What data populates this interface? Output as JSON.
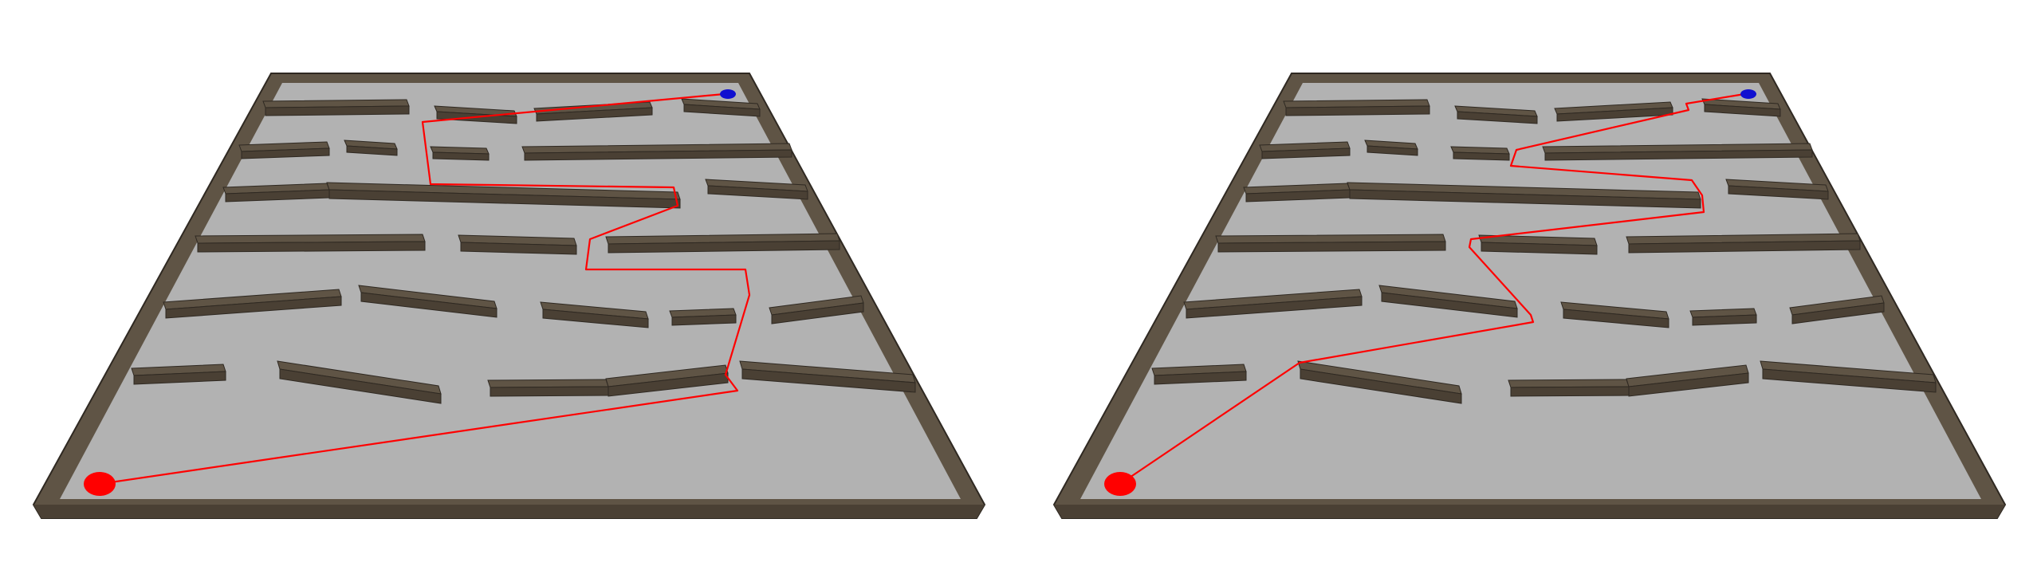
{
  "colors": {
    "background": "#ffffff",
    "floor": "#b2b2b2",
    "wall_top": "#5f5445",
    "wall_side": "#4a4034",
    "wall_edge": "#2f2922",
    "path": "#ff0000",
    "start_marker": "#ff0000",
    "goal_marker": "#1010d0"
  },
  "panels": [
    {
      "name": "left-maze-panel",
      "path_style": "longer-route"
    },
    {
      "name": "right-maze-panel",
      "path_style": "shorter-route"
    }
  ]
}
